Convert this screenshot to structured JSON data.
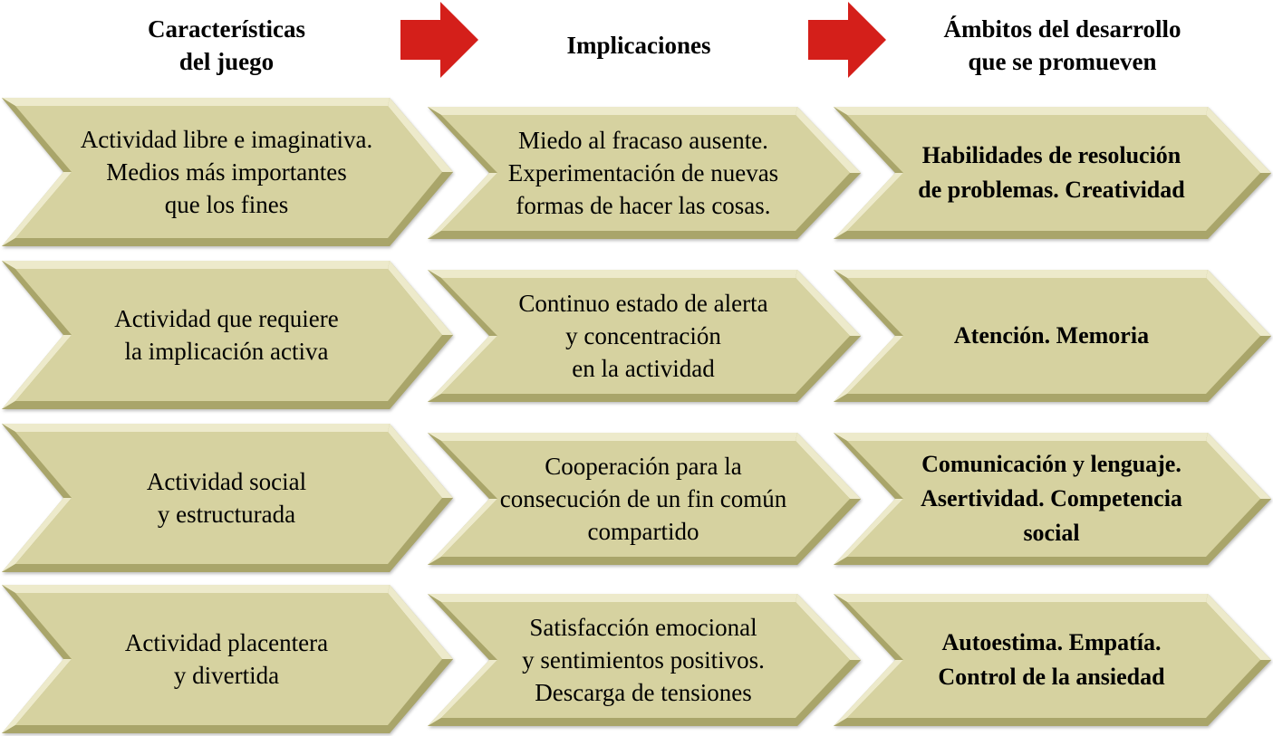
{
  "colors": {
    "chevron_fill": "#d6d2a0",
    "chevron_bevel_light": "#edeacb",
    "chevron_bevel_dark": "#a9a56a",
    "arrow": "#d41f1a"
  },
  "headers": [
    {
      "lines": [
        "Características",
        "del juego"
      ]
    },
    {
      "lines": [
        "Implicaciones"
      ]
    },
    {
      "lines": [
        "Ámbitos del desarrollo",
        "que se promueven"
      ]
    }
  ],
  "header_arrows": [
    "arrow-right-icon",
    "arrow-right-icon"
  ],
  "rows": [
    {
      "caracteristica": [
        "Actividad libre e imaginativa.",
        "Medios más importantes",
        "que los fines"
      ],
      "implicacion": [
        "Miedo al fracaso ausente.",
        "Experimentación de nuevas",
        "formas de hacer las cosas."
      ],
      "ambito": [
        "Habilidades de resolución",
        "de problemas. Creatividad"
      ]
    },
    {
      "caracteristica": [
        "Actividad que requiere",
        "la implicación activa"
      ],
      "implicacion": [
        "Continuo estado de alerta",
        "y concentración",
        "en la actividad"
      ],
      "ambito": [
        "Atención. Memoria"
      ]
    },
    {
      "caracteristica": [
        "Actividad social",
        "y estructurada"
      ],
      "implicacion": [
        "Cooperación para la",
        "consecución de un fin común",
        "compartido"
      ],
      "ambito": [
        "Comunicación y lenguaje.",
        "Asertividad. Competencia",
        "social"
      ]
    },
    {
      "caracteristica": [
        "Actividad placentera",
        "y divertida"
      ],
      "implicacion": [
        "Satisfacción emocional",
        "y sentimientos positivos.",
        "Descarga de tensiones"
      ],
      "ambito": [
        "Autoestima. Empatía.",
        "Control de la ansiedad"
      ]
    }
  ]
}
